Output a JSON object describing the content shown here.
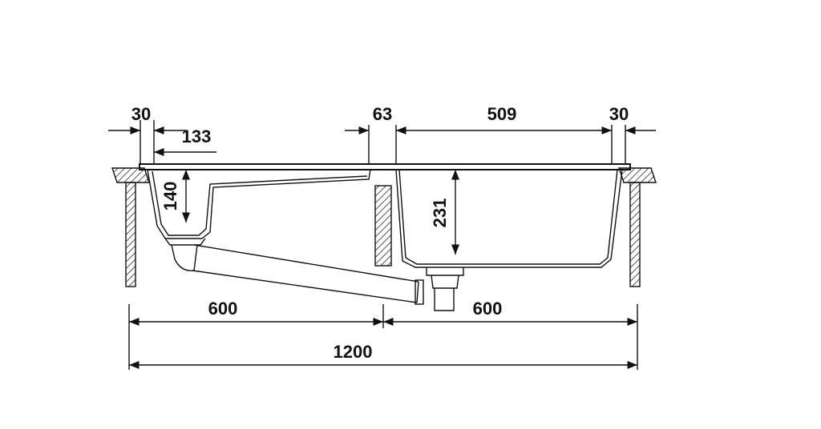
{
  "dimensions": {
    "rim_left": "30",
    "bowl_left_offset": "133",
    "center_divider": "63",
    "right_bowl_width": "509",
    "rim_right": "30",
    "left_bowl_depth": "140",
    "right_bowl_depth": "231",
    "cabinet_left": "600",
    "cabinet_right": "600",
    "cabinet_total": "1200"
  },
  "colors": {
    "line": "#111111",
    "hatch": "#555555",
    "background": "#ffffff"
  }
}
